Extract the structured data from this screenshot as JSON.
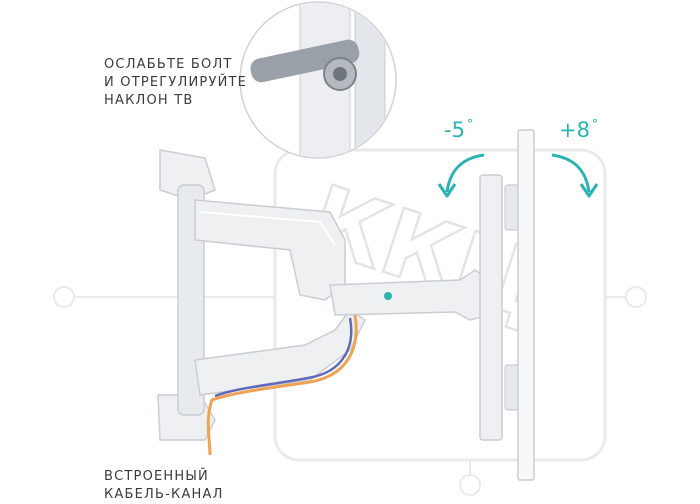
{
  "captions": {
    "top": [
      "ОСЛАБЬТЕ БОЛТ",
      "И ОТРЕГУЛИРУЙТЕ",
      "НАКЛОН ТВ"
    ],
    "bottom": [
      "ВСТРОЕННЫЙ",
      "КАБЕЛЬ-КАНАЛ"
    ]
  },
  "tilt": {
    "minus": "-5",
    "plus": "+8",
    "degree_symbol": "°"
  },
  "watermark": "ККЦ",
  "colors": {
    "accent": "#2bb3b3",
    "mount": "#eef0f2",
    "mount_shadow": "#c9ced4",
    "cable_orange": "#f0a254",
    "cable_blue": "#5f6bb8",
    "watermark": "#d9d9d9"
  }
}
